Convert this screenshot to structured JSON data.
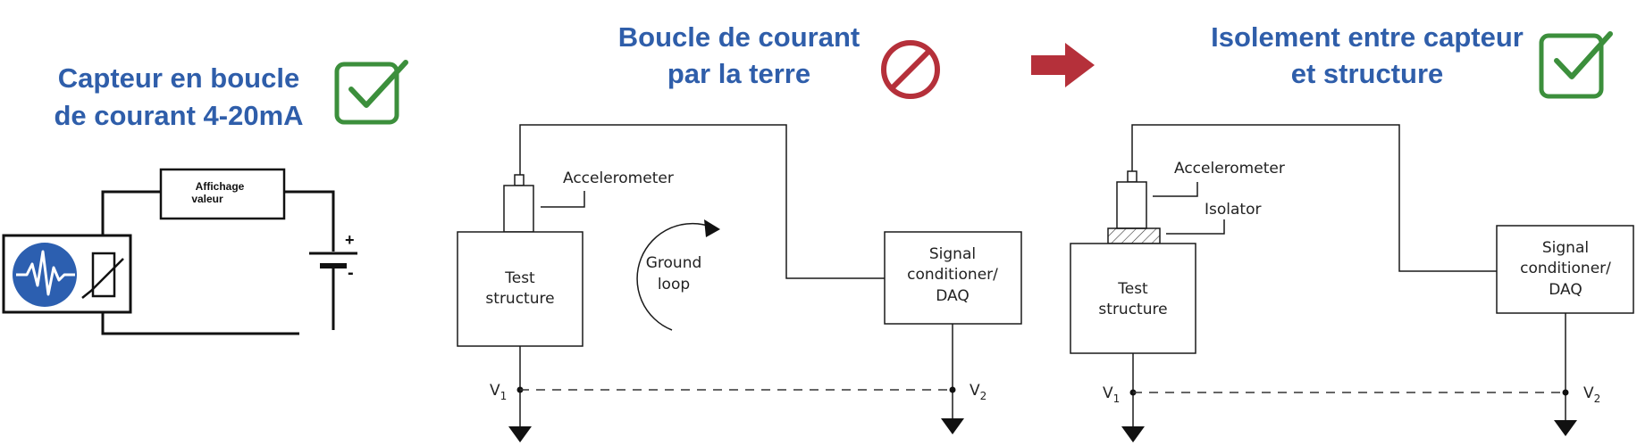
{
  "colors": {
    "title": "#2f5eaa",
    "check": "#3c8f3c",
    "forbidden": "#b5303a",
    "arrow": "#b5303a",
    "sensor_icon": "#2c5fb0",
    "line": "#1a1a1a"
  },
  "panel_left": {
    "title_line1": "Capteur en boucle",
    "title_line2": "de courant 4-20mA",
    "status_icon": "checkmark-icon",
    "display_line1": "Affichage",
    "display_line2": "valeur",
    "battery_plus": "+",
    "battery_minus": "-"
  },
  "panel_middle": {
    "title_line1": "Boucle de courant",
    "title_line2": "par la terre",
    "status_icon": "forbidden-icon",
    "accelerometer": "Accelerometer",
    "test_structure_line1": "Test",
    "test_structure_line2": "structure",
    "ground_loop_line1": "Ground",
    "ground_loop_line2": "loop",
    "daq_line1": "Signal",
    "daq_line2": "conditioner/",
    "daq_line3": "DAQ",
    "v1": "V",
    "v1_sub": "1",
    "v2": "V",
    "v2_sub": "2"
  },
  "transition_icon": "right-arrow-icon",
  "panel_right": {
    "title_line1": "Isolement entre capteur",
    "title_line2": "et structure",
    "status_icon": "checkmark-icon",
    "accelerometer": "Accelerometer",
    "isolator": "Isolator",
    "test_structure_line1": "Test",
    "test_structure_line2": "structure",
    "daq_line1": "Signal",
    "daq_line2": "conditioner/",
    "daq_line3": "DAQ",
    "v1": "V",
    "v1_sub": "1",
    "v2": "V",
    "v2_sub": "2"
  }
}
